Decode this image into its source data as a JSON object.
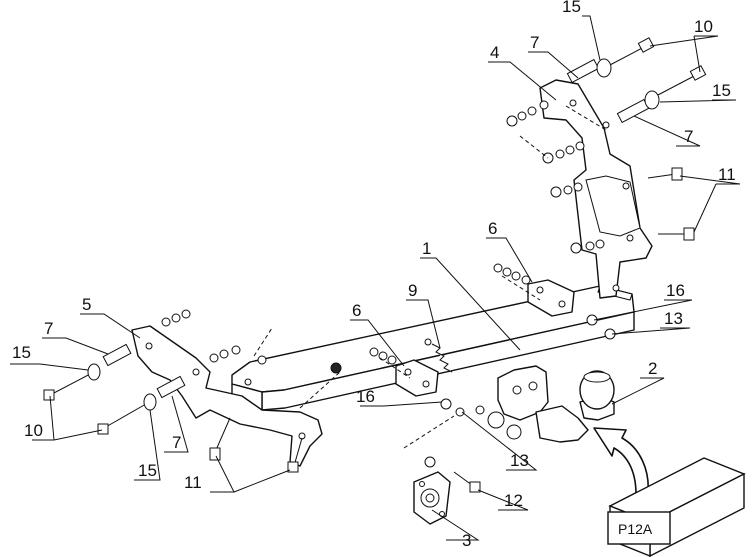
{
  "callouts": {
    "c1": "1",
    "c2": "2",
    "c3": "3",
    "c4": "4",
    "c5": "5",
    "c6_top": "6",
    "c6_mid": "6",
    "c7_top": "7",
    "c7_right": "7",
    "c7_left": "7",
    "c7_left_bottom": "7",
    "c9": "9",
    "c10_top": "10",
    "c10_left": "10",
    "c11_right": "11",
    "c11_bottom": "11",
    "c12": "12",
    "c13_right": "13",
    "c13_bottom": "13",
    "c15_top": "15",
    "c15_right": "15",
    "c15_left": "15",
    "c15_bottom": "15",
    "c16_right": "16",
    "c16_mid": "16"
  },
  "package": {
    "label": "P12A"
  },
  "colors": {
    "line": "#111111",
    "background": "#ffffff"
  }
}
